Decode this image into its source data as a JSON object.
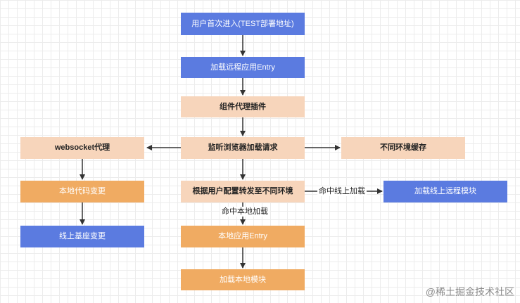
{
  "nodes": {
    "first_visit": "用户首次进入(TEST部署地址)",
    "load_remote_entry": "加载远程应用Entry",
    "proxy_plugin": "组件代理插件",
    "listen_requests": "监听浏览器加载请求",
    "websocket_proxy": "websocket代理",
    "env_cache": "不同环境缓存",
    "local_code_change": "本地代码变更",
    "online_base_change": "线上基座变更",
    "forward_by_config": "根据用户配置转发至不同环境",
    "load_online_remote_module": "加载线上远程模块",
    "local_app_entry": "本地应用Entry",
    "load_local_module": "加载本地模块"
  },
  "edge_labels": {
    "hit_online": "命中线上加载",
    "hit_local": "命中本地加载"
  },
  "watermark": "@稀土掘金技术社区",
  "colors": {
    "blue": "#5b7be0",
    "peach": "#f7d5bb",
    "orange": "#f0ab62",
    "arrow": "#333333"
  }
}
